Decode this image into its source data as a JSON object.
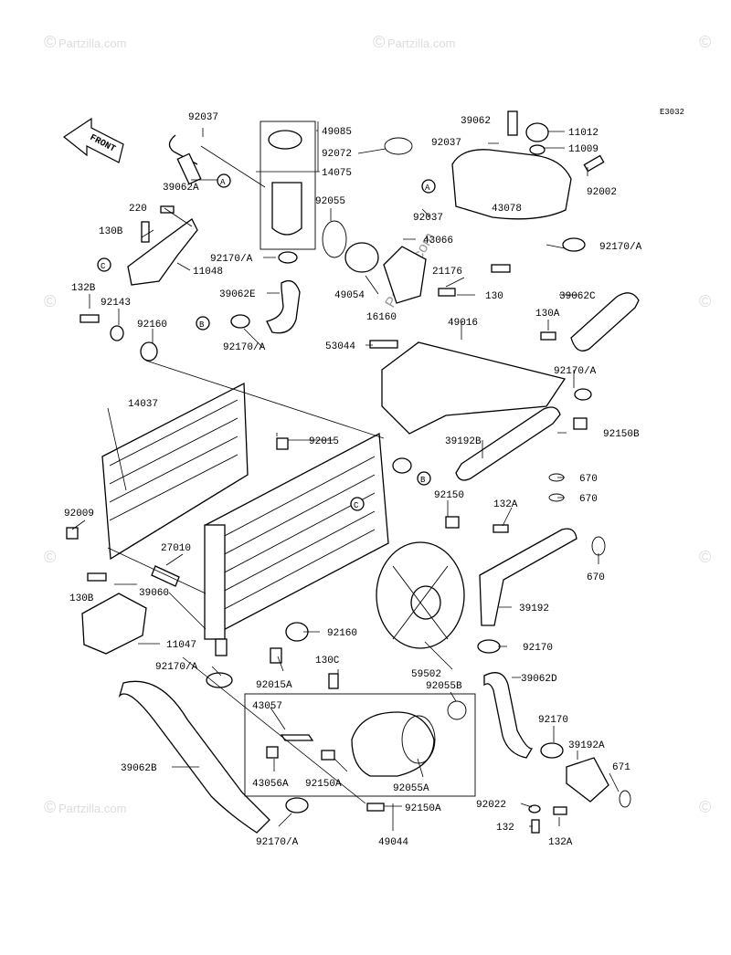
{
  "diagram_code": "E3032",
  "front_label": "FRONT",
  "watermark_text": "Partzilla.com",
  "callouts": {
    "a1": "A",
    "a2": "A",
    "b1": "B",
    "b2": "B",
    "c1": "C",
    "c2": "C"
  },
  "parts": [
    {
      "id": "p92037a",
      "label": "92037"
    },
    {
      "id": "p39062a",
      "label": "39062A"
    },
    {
      "id": "p220",
      "label": "220"
    },
    {
      "id": "p130b",
      "label": "130B"
    },
    {
      "id": "p11048",
      "label": "11048"
    },
    {
      "id": "p132b",
      "label": "132B"
    },
    {
      "id": "p92143",
      "label": "92143"
    },
    {
      "id": "p92160a",
      "label": "92160"
    },
    {
      "id": "p49085",
      "label": "49085"
    },
    {
      "id": "p92072",
      "label": "92072"
    },
    {
      "id": "p14075",
      "label": "14075"
    },
    {
      "id": "p92055",
      "label": "92055"
    },
    {
      "id": "p92170a1",
      "label": "92170/A"
    },
    {
      "id": "p39062e",
      "label": "39062E"
    },
    {
      "id": "p92170a2",
      "label": "92170/A"
    },
    {
      "id": "p49054",
      "label": "49054"
    },
    {
      "id": "p39062b",
      "label": "39062"
    },
    {
      "id": "p92037b",
      "label": "92037"
    },
    {
      "id": "p11012",
      "label": "11012"
    },
    {
      "id": "p11009",
      "label": "11009"
    },
    {
      "id": "p92002",
      "label": "92002"
    },
    {
      "id": "p92037c",
      "label": "92037"
    },
    {
      "id": "p43078",
      "label": "43078"
    },
    {
      "id": "p43066",
      "label": "43066"
    },
    {
      "id": "p21176",
      "label": "21176"
    },
    {
      "id": "p130",
      "label": "130"
    },
    {
      "id": "p16160",
      "label": "16160"
    },
    {
      "id": "p92170a3",
      "label": "92170/A"
    },
    {
      "id": "p39062c",
      "label": "39062C"
    },
    {
      "id": "p49016",
      "label": "49016"
    },
    {
      "id": "p130a",
      "label": "130A"
    },
    {
      "id": "p53044",
      "label": "53044"
    },
    {
      "id": "p92170a4",
      "label": "92170/A"
    },
    {
      "id": "p14037",
      "label": "14037"
    },
    {
      "id": "p92015",
      "label": "92015"
    },
    {
      "id": "p39192b",
      "label": "39192B"
    },
    {
      "id": "p92150b",
      "label": "92150B"
    },
    {
      "id": "p670a",
      "label": "670"
    },
    {
      "id": "p670b",
      "label": "670"
    },
    {
      "id": "p92009",
      "label": "92009"
    },
    {
      "id": "p92150",
      "label": "92150"
    },
    {
      "id": "p132a1",
      "label": "132A"
    },
    {
      "id": "p27010",
      "label": "27010"
    },
    {
      "id": "p670c",
      "label": "670"
    },
    {
      "id": "p130b2",
      "label": "130B"
    },
    {
      "id": "p39060",
      "label": "39060"
    },
    {
      "id": "p39192",
      "label": "39192"
    },
    {
      "id": "p92160b",
      "label": "92160"
    },
    {
      "id": "p11047",
      "label": "11047"
    },
    {
      "id": "p92170",
      "label": "92170"
    },
    {
      "id": "p92170a5",
      "label": "92170/A"
    },
    {
      "id": "p92015a",
      "label": "92015A"
    },
    {
      "id": "p130c",
      "label": "130C"
    },
    {
      "id": "p59502",
      "label": "59502"
    },
    {
      "id": "p39062d",
      "label": "39062D"
    },
    {
      "id": "p92055b",
      "label": "92055B"
    },
    {
      "id": "p43057",
      "label": "43057"
    },
    {
      "id": "p92170b",
      "label": "92170"
    },
    {
      "id": "p39192a",
      "label": "39192A"
    },
    {
      "id": "p43056a",
      "label": "43056A"
    },
    {
      "id": "p92150a1",
      "label": "92150A"
    },
    {
      "id": "p92055a",
      "label": "92055A"
    },
    {
      "id": "p671",
      "label": "671"
    },
    {
      "id": "p39062b2",
      "label": "39062B"
    },
    {
      "id": "p92022",
      "label": "92022"
    },
    {
      "id": "p92150a2",
      "label": "92150A"
    },
    {
      "id": "p132",
      "label": "132"
    },
    {
      "id": "p132a2",
      "label": "132A"
    },
    {
      "id": "p92170a6",
      "label": "92170/A"
    },
    {
      "id": "p49044",
      "label": "49044"
    }
  ]
}
